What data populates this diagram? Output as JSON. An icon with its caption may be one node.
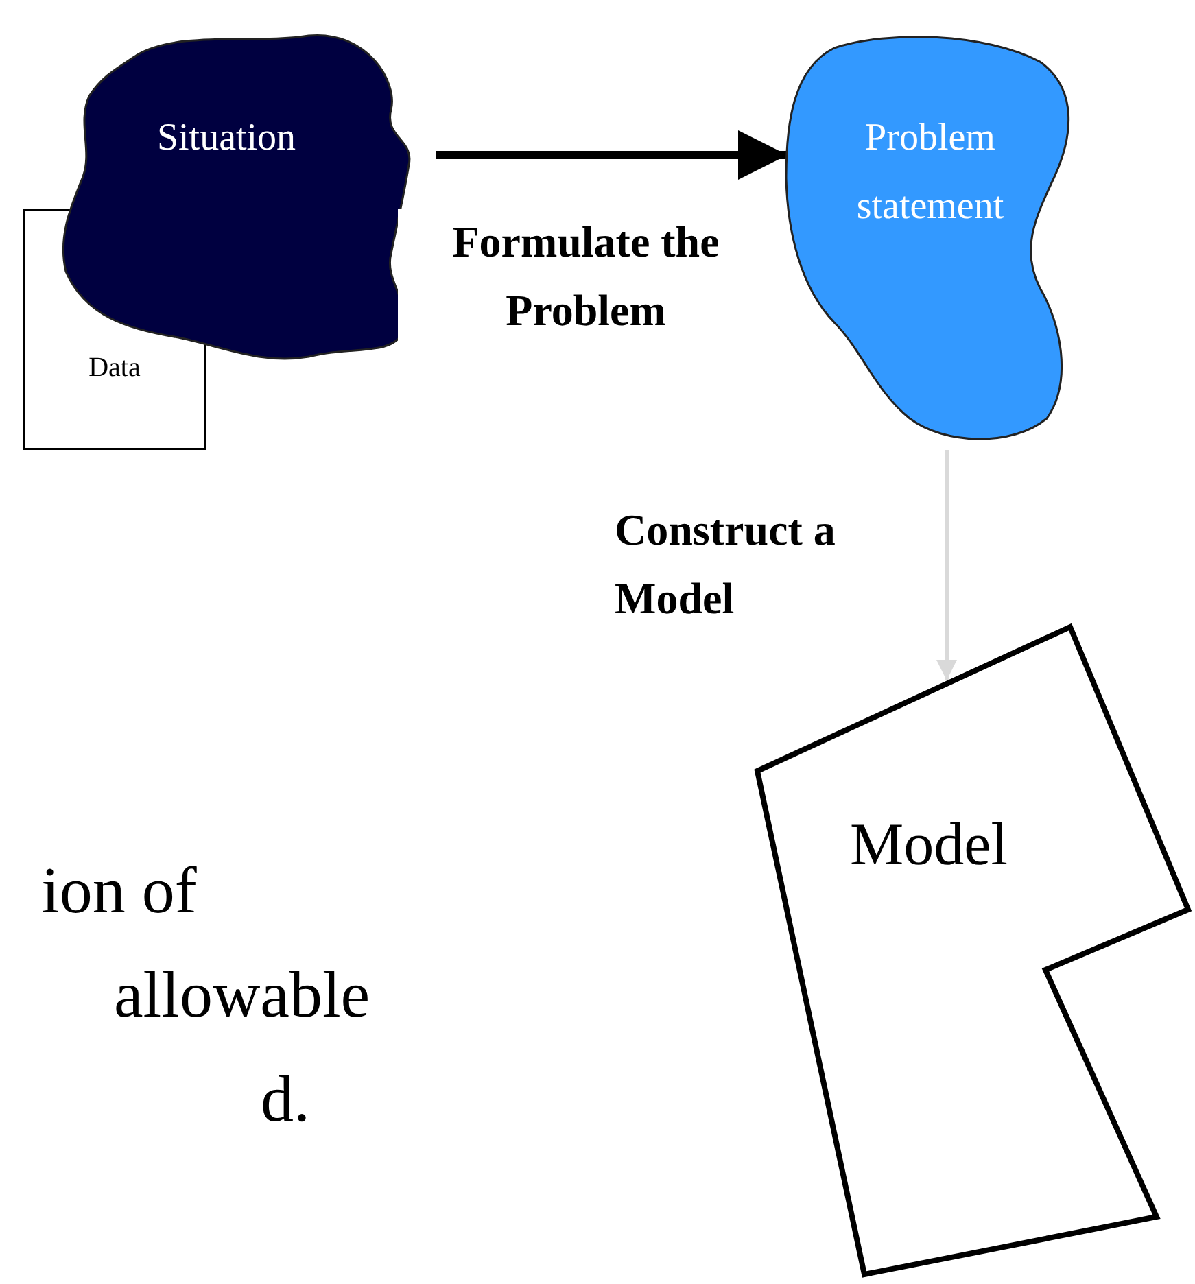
{
  "diagram": {
    "nodes": [
      {
        "text": [
          "Data"
        ]
      },
      {
        "text": [
          "Situation"
        ]
      },
      {
        "text": [
          "Problem statement"
        ]
      },
      {
        "text": [
          "Model"
        ]
      }
    ],
    "edges": [
      {
        "from": 1,
        "to": 2,
        "arrow": "to",
        "label": "Formulate the Problem",
        "style": "thick"
      },
      {
        "from": 2,
        "to": 3,
        "arrow": "to",
        "label": "Construct a Model",
        "color": "#d9d9d9"
      }
    ],
    "labels": [
      "ion of",
      "allowable",
      "d."
    ]
  }
}
